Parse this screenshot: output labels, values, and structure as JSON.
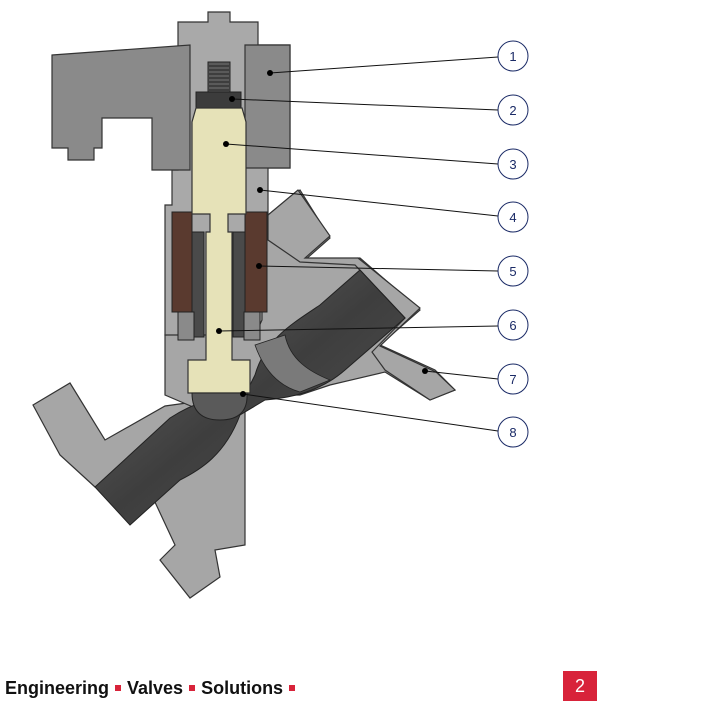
{
  "callouts": [
    {
      "num": "1"
    },
    {
      "num": "2"
    },
    {
      "num": "3"
    },
    {
      "num": "4"
    },
    {
      "num": "5"
    },
    {
      "num": "6"
    },
    {
      "num": "7"
    },
    {
      "num": "8"
    }
  ],
  "footer": {
    "words": [
      "Engineering",
      "Valves",
      "Solutions"
    ]
  },
  "page_number": "2",
  "colors": {
    "accent": "#d8233a",
    "steel": "#8f8f8f",
    "body": "#a8a8a8",
    "body_dark": "#4a4a4a",
    "packing": "#5a3a2f",
    "stem": "#e6e2b8",
    "callout": "#1a2a66"
  }
}
